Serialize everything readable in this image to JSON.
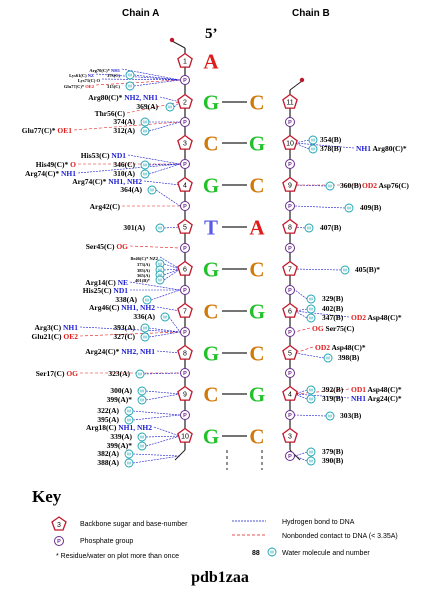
{
  "header": {
    "chain_a": "Chain A",
    "chain_b": "Chain B",
    "five_prime": "5’"
  },
  "colors": {
    "A": "#e01b1b",
    "G": "#22c12a",
    "C": "#d07a0a",
    "T": "#5a5ae6",
    "hbond": "#1a1ad0",
    "nonbonded": "#e01b1b",
    "backbone": "#222222",
    "sugar": "#c0182b",
    "phosphate": "#6a2c8a",
    "water": "#19a3b0"
  },
  "symbols": {
    "phosphate": "P",
    "water": "W"
  },
  "pairs": [
    {
      "a_num": "1",
      "a_base": "A",
      "b_num": "",
      "b_base": ""
    },
    {
      "a_num": "2",
      "a_base": "G",
      "b_num": "11",
      "b_base": "C"
    },
    {
      "a_num": "3",
      "a_base": "C",
      "b_num": "10",
      "b_base": "G"
    },
    {
      "a_num": "4",
      "a_base": "G",
      "b_num": "9",
      "b_base": "C"
    },
    {
      "a_num": "5",
      "a_base": "T",
      "b_num": "8",
      "b_base": "A"
    },
    {
      "a_num": "6",
      "a_base": "G",
      "b_num": "7",
      "b_base": "C"
    },
    {
      "a_num": "7",
      "a_base": "C",
      "b_num": "6",
      "b_base": "G"
    },
    {
      "a_num": "8",
      "a_base": "G",
      "b_num": "5",
      "b_base": "C"
    },
    {
      "a_num": "9",
      "a_base": "C",
      "b_num": "4",
      "b_base": "G"
    },
    {
      "a_num": "10",
      "a_base": "G",
      "b_num": "3",
      "b_base": "C"
    }
  ],
  "labels_left": [
    {
      "parts": [
        [
          "Arg70(C)* ",
          "#000"
        ],
        [
          "NH1",
          "#1a1ad0"
        ]
      ],
      "small": true
    },
    {
      "parts": [
        [
          "Lys61(C) ",
          "#000"
        ],
        [
          "NZ",
          "#1a1ad0"
        ]
      ],
      "small": true
    },
    {
      "parts": [
        [
          "373(C)",
          "#000"
        ]
      ],
      "small": true
    },
    {
      "parts": [
        [
          "Lys71(C) O",
          "#000"
        ]
      ],
      "small": true
    },
    {
      "parts": [
        [
          "Glu77(C)* ",
          "#000"
        ],
        [
          "OE2",
          "#e01b1b"
        ]
      ],
      "small": true
    },
    {
      "parts": [
        [
          "315(C)",
          "#000"
        ]
      ],
      "small": true
    },
    {
      "parts": [
        [
          "Arg80(C)* ",
          "#000"
        ],
        [
          "NH2, NH1",
          "#1a1ad0"
        ]
      ]
    },
    {
      "parts": [
        [
          "369(A)",
          "#000"
        ]
      ]
    },
    {
      "parts": [
        [
          "Thr56(C)",
          "#000"
        ]
      ]
    },
    {
      "parts": [
        [
          "374(A)",
          "#000"
        ]
      ]
    },
    {
      "parts": [
        [
          "Glu77(C)* ",
          "#000"
        ],
        [
          "OE1",
          "#e01b1b"
        ]
      ]
    },
    {
      "parts": [
        [
          "312(A)",
          "#000"
        ]
      ]
    },
    {
      "parts": [
        [
          "His53(C) ",
          "#000"
        ],
        [
          "ND1",
          "#1a1ad0"
        ]
      ]
    },
    {
      "parts": [
        [
          "His49(C)* ",
          "#000"
        ],
        [
          "O",
          "#e01b1b"
        ]
      ]
    },
    {
      "parts": [
        [
          "346(C)",
          "#000"
        ]
      ]
    },
    {
      "parts": [
        [
          "Arg74(C)* ",
          "#000"
        ],
        [
          "NH1",
          "#1a1ad0"
        ]
      ]
    },
    {
      "parts": [
        [
          "310(A)",
          "#000"
        ]
      ]
    },
    {
      "parts": [
        [
          "Arg74(C)* ",
          "#000"
        ],
        [
          "NH1, NH2",
          "#1a1ad0"
        ]
      ]
    },
    {
      "parts": [
        [
          "364(A)",
          "#000"
        ]
      ]
    },
    {
      "parts": [
        [
          "Arg42(C)",
          "#000"
        ]
      ]
    },
    {
      "parts": [
        [
          "301(A)",
          "#000"
        ]
      ]
    },
    {
      "parts": [
        [
          "Ser45(C) ",
          "#000"
        ],
        [
          "OG",
          "#e01b1b"
        ]
      ]
    },
    {
      "parts": [
        [
          "Ile46(C)* NZ2",
          "#000"
        ]
      ],
      "small": true
    },
    {
      "parts": [
        [
          "373(A)",
          "#000"
        ]
      ],
      "small": true
    },
    {
      "parts": [
        [
          "385(A)",
          "#000"
        ]
      ],
      "small": true
    },
    {
      "parts": [
        [
          "365(A)",
          "#000"
        ]
      ],
      "small": true
    },
    {
      "parts": [
        [
          "401(B)*",
          "#000"
        ]
      ],
      "small": true
    },
    {
      "parts": [
        [
          "Arg14(C) ",
          "#000"
        ],
        [
          "NE",
          "#1a1ad0"
        ]
      ]
    },
    {
      "parts": [
        [
          "His25(C) ",
          "#000"
        ],
        [
          "ND1",
          "#1a1ad0"
        ]
      ]
    },
    {
      "parts": [
        [
          "338(A)",
          "#000"
        ]
      ]
    },
    {
      "parts": [
        [
          "Arg46(C) ",
          "#000"
        ],
        [
          "NH1, NH2",
          "#1a1ad0"
        ]
      ]
    },
    {
      "parts": [
        [
          "336(A)",
          "#000"
        ]
      ]
    },
    {
      "parts": [
        [
          "Arg3(C) ",
          "#000"
        ],
        [
          "NH1",
          "#1a1ad0"
        ]
      ]
    },
    {
      "parts": [
        [
          "393(A)",
          "#000"
        ]
      ]
    },
    {
      "parts": [
        [
          "Glu21(C) ",
          "#000"
        ],
        [
          "OE2",
          "#e01b1b"
        ]
      ]
    },
    {
      "parts": [
        [
          "327(C)",
          "#000"
        ]
      ]
    },
    {
      "parts": [
        [
          "Arg24(C)* ",
          "#000"
        ],
        [
          "NH2, NH1",
          "#1a1ad0"
        ]
      ]
    },
    {
      "parts": [
        [
          "Ser17(C) ",
          "#000"
        ],
        [
          "OG",
          "#e01b1b"
        ]
      ]
    },
    {
      "parts": [
        [
          "323(A)",
          "#000"
        ]
      ]
    },
    {
      "parts": [
        [
          "300(A)",
          "#000"
        ]
      ]
    },
    {
      "parts": [
        [
          "399(A)*",
          "#000"
        ]
      ]
    },
    {
      "parts": [
        [
          "322(A)",
          "#000"
        ]
      ]
    },
    {
      "parts": [
        [
          "395(A)",
          "#000"
        ]
      ]
    },
    {
      "parts": [
        [
          "Arg18(C) ",
          "#000"
        ],
        [
          "NH1, NH2",
          "#1a1ad0"
        ]
      ]
    },
    {
      "parts": [
        [
          "339(A)",
          "#000"
        ]
      ]
    },
    {
      "parts": [
        [
          "399(A)*",
          "#000"
        ]
      ]
    },
    {
      "parts": [
        [
          "382(A)",
          "#000"
        ]
      ]
    },
    {
      "parts": [
        [
          "388(A)",
          "#000"
        ]
      ]
    }
  ],
  "labels_right": [
    {
      "parts": [
        [
          "354(B)",
          "#000"
        ]
      ]
    },
    {
      "parts": [
        [
          "378(B)",
          "#000"
        ]
      ]
    },
    {
      "parts": [
        [
          "NH1 ",
          "#1a1ad0"
        ],
        [
          "Arg80(C)*",
          "#000"
        ]
      ]
    },
    {
      "parts": [
        [
          "360(B)",
          "#000"
        ]
      ]
    },
    {
      "parts": [
        [
          "OD2 ",
          "#e01b1b"
        ],
        [
          "Asp76(C)",
          "#000"
        ]
      ]
    },
    {
      "parts": [
        [
          "409(B)",
          "#000"
        ]
      ]
    },
    {
      "parts": [
        [
          "407(B)",
          "#000"
        ]
      ]
    },
    {
      "parts": [
        [
          "405(B)*",
          "#000"
        ]
      ]
    },
    {
      "parts": [
        [
          "329(B)",
          "#000"
        ]
      ]
    },
    {
      "parts": [
        [
          "402(B)",
          "#000"
        ]
      ]
    },
    {
      "parts": [
        [
          "347(B)",
          "#000"
        ]
      ]
    },
    {
      "parts": [
        [
          "OD2 ",
          "#e01b1b"
        ],
        [
          "Asp48(C)*",
          "#000"
        ]
      ]
    },
    {
      "parts": [
        [
          "OG ",
          "#e01b1b"
        ],
        [
          "Ser75(C)",
          "#000"
        ]
      ]
    },
    {
      "parts": [
        [
          "OD2 ",
          "#e01b1b"
        ],
        [
          "Asp48(C)*",
          "#000"
        ]
      ]
    },
    {
      "parts": [
        [
          "398(B)",
          "#000"
        ]
      ]
    },
    {
      "parts": [
        [
          "392(B)",
          "#000"
        ]
      ]
    },
    {
      "parts": [
        [
          "OD1 ",
          "#e01b1b"
        ],
        [
          "Asp48(C)*",
          "#000"
        ]
      ]
    },
    {
      "parts": [
        [
          "319(B)",
          "#000"
        ]
      ]
    },
    {
      "parts": [
        [
          "NH1 ",
          "#1a1ad0"
        ],
        [
          "Arg24(C)*",
          "#000"
        ]
      ]
    },
    {
      "parts": [
        [
          "303(B)",
          "#000"
        ]
      ]
    },
    {
      "parts": [
        [
          "379(B)",
          "#000"
        ]
      ]
    },
    {
      "parts": [
        [
          "390(B)",
          "#000"
        ]
      ]
    }
  ],
  "key": {
    "title": "Key",
    "sugar_sample": "3",
    "water_sample": "88",
    "items": [
      "Backbone sugar and base-number",
      "Phosphate group",
      "* Residue/water on plot more than once",
      "Hydrogen bond to DNA",
      "Nonbonded contact to DNA (< 3.35A)",
      "Water molecule and number"
    ]
  },
  "pdb_id": "pdb1zaa"
}
